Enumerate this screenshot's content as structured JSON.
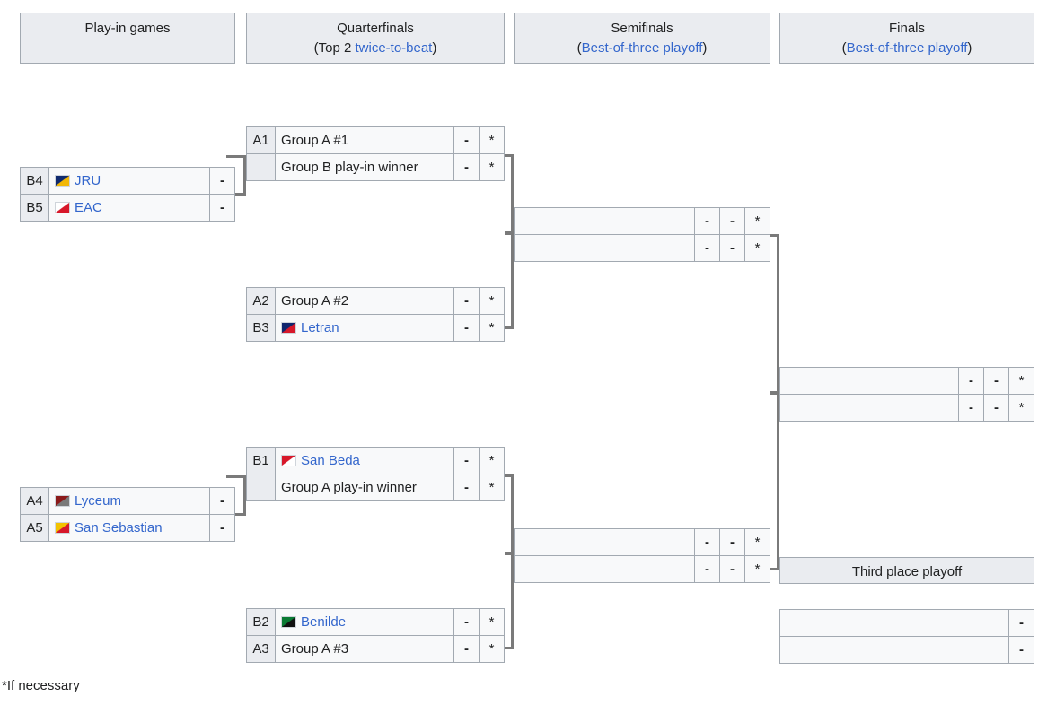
{
  "headers": [
    {
      "title": "Play-in games",
      "sub_prefix": "",
      "sub_link": "",
      "sub_suffix": ""
    },
    {
      "title": "Quarterfinals",
      "sub_prefix": "(Top 2 ",
      "sub_link": "twice-to-beat",
      "sub_suffix": ")"
    },
    {
      "title": "Semifinals",
      "sub_prefix": "(",
      "sub_link": "Best-of-three playoff",
      "sub_suffix": ")"
    },
    {
      "title": "Finals",
      "sub_prefix": "(",
      "sub_link": "Best-of-three playoff",
      "sub_suffix": ")"
    }
  ],
  "third_place_header": "Third place playoff",
  "footnote": "*If necessary",
  "dash": "-",
  "star": "*",
  "colors": {
    "link": "#3366cc",
    "header_bg": "#eaecf0",
    "border": "#a2a9b1",
    "cell_bg": "#f8f9fa",
    "connector": "#7a7a7a"
  },
  "playin": [
    {
      "name": "playin-group-b",
      "rows": [
        {
          "seed": "B4",
          "team": "JRU",
          "is_link": true,
          "flag": "jru-flag",
          "flag_top": "#102a6e",
          "flag_bottom": "#f2b705",
          "score": "-"
        },
        {
          "seed": "B5",
          "team": "EAC",
          "is_link": true,
          "flag": "eac-flag",
          "flag_top": "#ffffff",
          "flag_bottom": "#d7182a",
          "score": "-"
        }
      ]
    },
    {
      "name": "playin-group-a",
      "rows": [
        {
          "seed": "A4",
          "team": "Lyceum",
          "is_link": true,
          "flag": "lyceum-flag",
          "flag_top": "#8b1a1a",
          "flag_bottom": "#7a7a7a",
          "score": "-"
        },
        {
          "seed": "A5",
          "team": "San Sebastian",
          "is_link": true,
          "flag": "san-sebastian-flag",
          "flag_top": "#f2c200",
          "flag_bottom": "#d7182a",
          "score": "-"
        }
      ]
    }
  ],
  "quarterfinals": [
    {
      "name": "quarterfinal-1",
      "rows": [
        {
          "seed": "A1",
          "team": "Group A #1",
          "is_link": false,
          "flag": null,
          "score": "-",
          "star": "*"
        },
        {
          "seed": "",
          "team": "Group B play-in winner",
          "is_link": false,
          "flag": null,
          "score": "-",
          "star": "*"
        }
      ]
    },
    {
      "name": "quarterfinal-2",
      "rows": [
        {
          "seed": "A2",
          "team": "Group A #2",
          "is_link": false,
          "flag": null,
          "score": "-",
          "star": "*"
        },
        {
          "seed": "B3",
          "team": "Letran",
          "is_link": true,
          "flag": "letran-flag",
          "flag_top": "#11266e",
          "flag_bottom": "#d7182a",
          "score": "-",
          "star": "*"
        }
      ]
    },
    {
      "name": "quarterfinal-3",
      "rows": [
        {
          "seed": "B1",
          "team": "San Beda",
          "is_link": true,
          "flag": "san-beda-flag",
          "flag_top": "#d7182a",
          "flag_bottom": "#ffffff",
          "score": "-",
          "star": "*"
        },
        {
          "seed": "",
          "team": "Group A play-in winner",
          "is_link": false,
          "flag": null,
          "score": "-",
          "star": "*"
        }
      ]
    },
    {
      "name": "quarterfinal-4",
      "rows": [
        {
          "seed": "B2",
          "team": "Benilde",
          "is_link": true,
          "flag": "benilde-flag",
          "flag_top": "#0a7a33",
          "flag_bottom": "#111111",
          "score": "-",
          "star": "*"
        },
        {
          "seed": "A3",
          "team": "Group A #3",
          "is_link": false,
          "flag": null,
          "score": "-",
          "star": "*"
        }
      ]
    }
  ],
  "semifinals": [
    {
      "name": "semifinal-1",
      "rows": [
        {
          "team": "",
          "g1": "-",
          "g2": "-",
          "star": "*"
        },
        {
          "team": "",
          "g1": "-",
          "g2": "-",
          "star": "*"
        }
      ]
    },
    {
      "name": "semifinal-2",
      "rows": [
        {
          "team": "",
          "g1": "-",
          "g2": "-",
          "star": "*"
        },
        {
          "team": "",
          "g1": "-",
          "g2": "-",
          "star": "*"
        }
      ]
    }
  ],
  "finals": {
    "name": "final",
    "rows": [
      {
        "team": "",
        "g1": "-",
        "g2": "-",
        "star": "*"
      },
      {
        "team": "",
        "g1": "-",
        "g2": "-",
        "star": "*"
      }
    ]
  },
  "third_place": {
    "name": "third-place-match",
    "rows": [
      {
        "team": "",
        "score": "-"
      },
      {
        "team": "",
        "score": "-"
      }
    ]
  }
}
